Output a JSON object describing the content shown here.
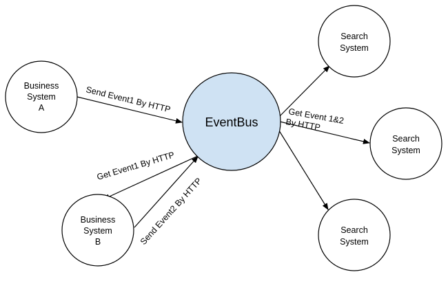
{
  "colors": {
    "bus_fill": "#cfe2f3",
    "node_fill": "#ffffff",
    "stroke": "#000000"
  },
  "nodes": {
    "business_a": {
      "lines": [
        "Business",
        "System",
        "A"
      ]
    },
    "business_b": {
      "lines": [
        "Business",
        "System",
        "B"
      ]
    },
    "eventbus": {
      "lines": [
        "EventBus"
      ]
    },
    "search_top": {
      "lines": [
        "Search",
        "System"
      ]
    },
    "search_mid": {
      "lines": [
        "Search",
        "System"
      ]
    },
    "search_bottom": {
      "lines": [
        "Search",
        "System"
      ]
    }
  },
  "edges": {
    "a_to_bus": "Send Event1 By HTTP",
    "bus_to_b": "Get Event1 By HTTP",
    "b_to_bus": "Send Event2 By HTTP",
    "bus_to_search_line1": "Get Event 1&2",
    "bus_to_search_line2": "By HTTP"
  }
}
